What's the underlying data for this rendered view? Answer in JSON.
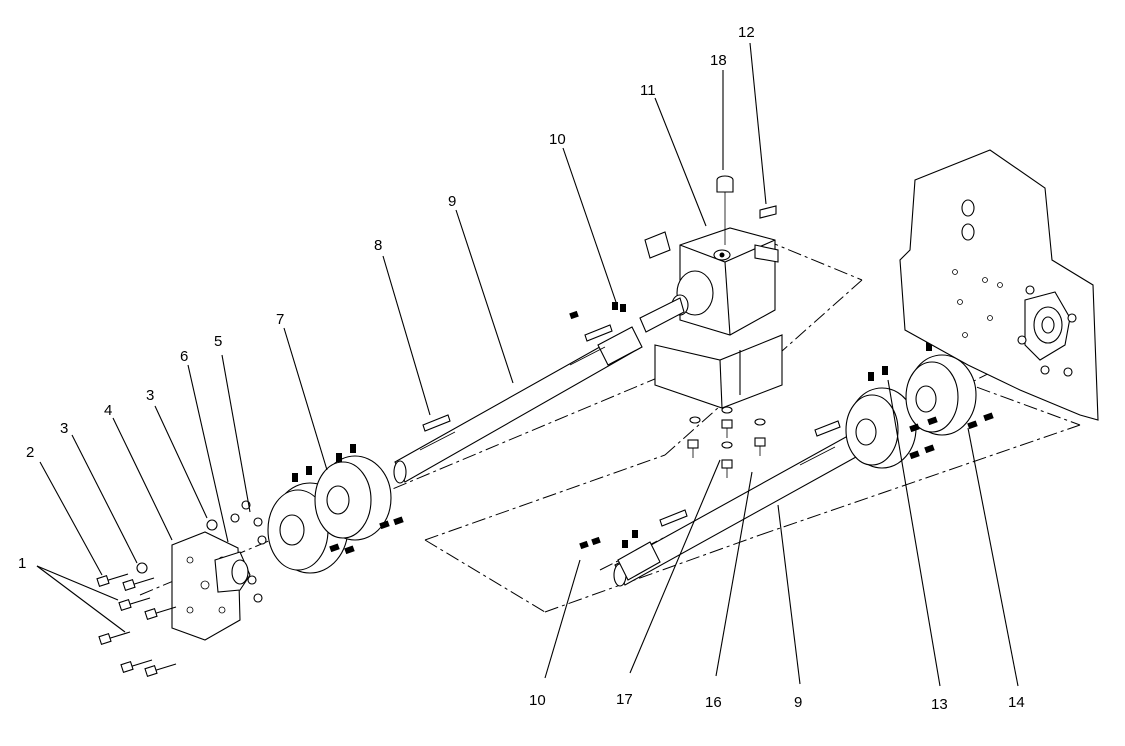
{
  "diagram": {
    "type": "exploded-parts-diagram",
    "callouts": [
      {
        "id": "c1",
        "label": "1"
      },
      {
        "id": "c2",
        "label": "2"
      },
      {
        "id": "c3a",
        "label": "3"
      },
      {
        "id": "c3b",
        "label": "3"
      },
      {
        "id": "c4",
        "label": "4"
      },
      {
        "id": "c5",
        "label": "5"
      },
      {
        "id": "c6",
        "label": "6"
      },
      {
        "id": "c7",
        "label": "7"
      },
      {
        "id": "c8",
        "label": "8"
      },
      {
        "id": "c9a",
        "label": "9"
      },
      {
        "id": "c9b",
        "label": "9"
      },
      {
        "id": "c10a",
        "label": "10"
      },
      {
        "id": "c10b",
        "label": "10"
      },
      {
        "id": "c11",
        "label": "11"
      },
      {
        "id": "c12",
        "label": "12"
      },
      {
        "id": "c13",
        "label": "13"
      },
      {
        "id": "c14",
        "label": "14"
      },
      {
        "id": "c16",
        "label": "16"
      },
      {
        "id": "c17",
        "label": "17"
      },
      {
        "id": "c18",
        "label": "18"
      }
    ]
  }
}
